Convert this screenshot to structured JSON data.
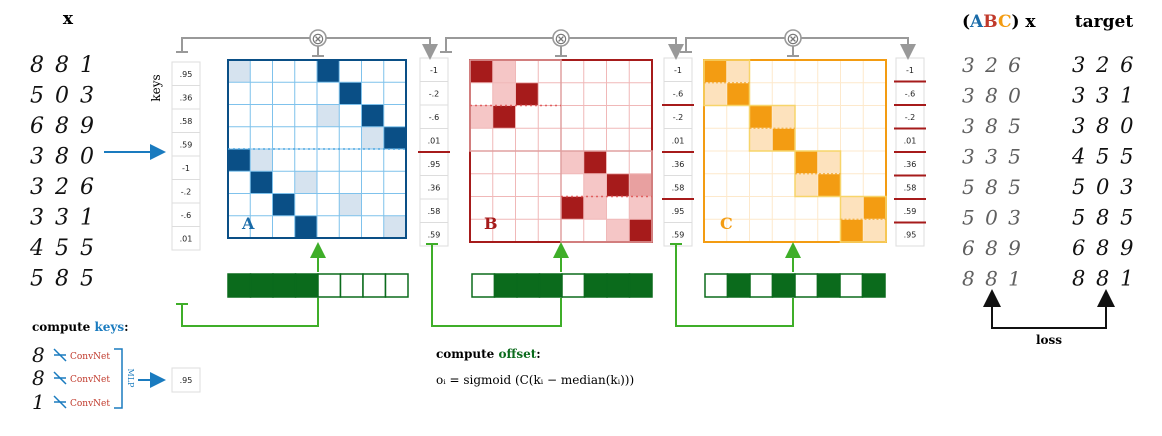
{
  "headers": {
    "x": "x",
    "abc_open": "(",
    "abc_A": "A",
    "abc_B": "B",
    "abc_C": "C",
    "abc_close": ") x",
    "target": "target"
  },
  "keys_label": "keys",
  "keys_values": [
    ".95",
    ".36",
    ".58",
    ".59",
    "-1",
    "-.2",
    "-.6",
    ".01"
  ],
  "col_b_values": [
    "-1",
    "-.2",
    "-.6",
    ".01",
    ".95",
    ".36",
    ".58",
    ".59"
  ],
  "col_c_values": [
    "-1",
    "-.6",
    "-.2",
    ".01",
    ".36",
    ".58",
    ".95",
    ".59"
  ],
  "col_d_values": [
    "-1",
    "-.6",
    "-.2",
    ".01",
    ".36",
    ".58",
    ".59",
    ".95"
  ],
  "input_digits": [
    "8 8 1",
    "5 0 3",
    "6 8 9",
    "3 8 0",
    "3 2 6",
    "3 3 1",
    "4 5 5",
    "5 8 5"
  ],
  "abc_digits": [
    "3 2 6",
    "3 8 0",
    "3 8 5",
    "3 3 5",
    "5 8 5",
    "5 0 3",
    "6 8 9",
    "8 8 1"
  ],
  "target_digits": [
    "3 2 6",
    "3 3 1",
    "3 8 0",
    "4 5 5",
    "5 0 3",
    "5 8 5",
    "6 8 9",
    "8 8 1"
  ],
  "matrix_labels": {
    "a": "A",
    "b": "B",
    "c": "C"
  },
  "compute_keys": {
    "prefix": "compute ",
    "word": "keys",
    "suffix": ":",
    "convnet": "ConvNet",
    "mlp": "MLP",
    "result": ".95",
    "digits": [
      "8",
      "8",
      "1"
    ]
  },
  "compute_offset": {
    "prefix": "compute ",
    "word": "offset",
    "suffix": ":",
    "formula": "oᵢ = sigmoid (C(kᵢ − median(kᵢ)))"
  },
  "loss": "loss",
  "otimes": "⊗",
  "colors": {
    "blue": "#0a4f86",
    "blue_light": "#4aa6e0",
    "red": "#a61b1b",
    "red_light": "#f5c9c9",
    "orange": "#f39c12",
    "orange_light": "#fde2bd",
    "green": "#0b6b1c",
    "green_line": "#3fae29",
    "gray": "#999999"
  }
}
